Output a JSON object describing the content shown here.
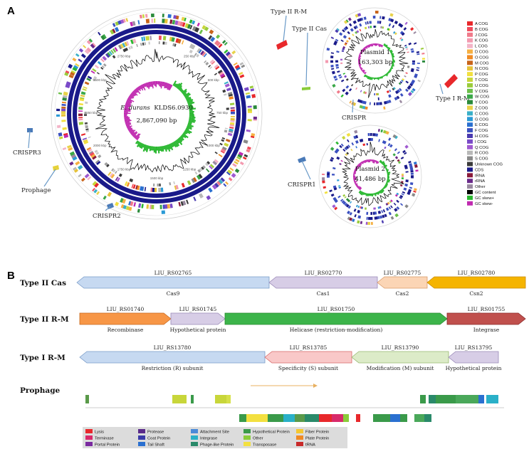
{
  "panels": [
    "A",
    "B"
  ],
  "genome_main": {
    "name": "E. durans",
    "name_suffix": "KLDS6.0930",
    "size": "2,867,090 bp",
    "ticks": [
      "250 kbp",
      "500 kbp",
      "750 kbp",
      "1000 kbp",
      "1250 kbp",
      "1500 kbp",
      "1750 kbp",
      "2000 kbp",
      "2250 kbp",
      "2500 kbp",
      "2750 kbp"
    ]
  },
  "plasmid1": {
    "name": "Plasmid 1",
    "size": "163,303 bp"
  },
  "plasmid2": {
    "name": "Plasmid 2",
    "size": "41,486 bp"
  },
  "annotations": {
    "type2rm": "Type II R-M",
    "type2cas": "Type II Cas",
    "crispr3": "CRISPR3",
    "prophage": "Prophage",
    "crispr2": "CRISPR2",
    "crispr1": "CRISPR1",
    "crispr": "CRISPR",
    "type1rm": "Type I R-M"
  },
  "cog_legend": [
    {
      "label": "A COG",
      "color": "#e8282b"
    },
    {
      "label": "B COG",
      "color": "#f04a5a"
    },
    {
      "label": "J COG",
      "color": "#f07a8a"
    },
    {
      "label": "K COG",
      "color": "#f39ab0"
    },
    {
      "label": "L COG",
      "color": "#f3b4c8"
    },
    {
      "label": "D COG",
      "color": "#f6b042"
    },
    {
      "label": "O COG",
      "color": "#f08a24"
    },
    {
      "label": "M COG",
      "color": "#c8641a"
    },
    {
      "label": "N COG",
      "color": "#e6c23a"
    },
    {
      "label": "P COG",
      "color": "#f2e040"
    },
    {
      "label": "T COG",
      "color": "#c8d63a"
    },
    {
      "label": "U COG",
      "color": "#9acc3c"
    },
    {
      "label": "V COG",
      "color": "#6cc04a"
    },
    {
      "label": "W COG",
      "color": "#3aa848"
    },
    {
      "label": "Y COG",
      "color": "#2a8a3a"
    },
    {
      "label": "Z COG",
      "color": "#e8d24a"
    },
    {
      "label": "C COG",
      "color": "#3ab0c8"
    },
    {
      "label": "G COG",
      "color": "#2a9ad6"
    },
    {
      "label": "E COG",
      "color": "#2a70d0"
    },
    {
      "label": "F COG",
      "color": "#3a50c0"
    },
    {
      "label": "H COG",
      "color": "#4a3ab0"
    },
    {
      "label": "I COG",
      "color": "#7a4ac8"
    },
    {
      "label": "Q COG",
      "color": "#a05ad0"
    },
    {
      "label": "R COG",
      "color": "#b8b8b8"
    },
    {
      "label": "S COG",
      "color": "#8a8a8a"
    },
    {
      "label": "Unknown COG",
      "color": "#3a3a3a"
    },
    {
      "label": "CDS",
      "color": "#1a1a8a"
    },
    {
      "label": "tRNA",
      "color": "#8a1a3a"
    },
    {
      "label": "rRNA",
      "color": "#6a2a8a"
    },
    {
      "label": "Other",
      "color": "#9a8aa0"
    },
    {
      "label": "GC content",
      "color": "#000000"
    },
    {
      "label": "GC skew+",
      "color": "#2ab830"
    },
    {
      "label": "GC skew-",
      "color": "#c02ab0"
    }
  ],
  "panel_b": {
    "rows": [
      {
        "label": "Type II Cas",
        "genes": [
          {
            "id": "LIU_RS02765",
            "name": "Cas9",
            "fill": "#c6d9f1",
            "stroke": "#7a9cc8",
            "dir": "left"
          },
          {
            "id": "LIU_RS02770",
            "name": "Cas1",
            "fill": "#d7cde6",
            "stroke": "#9a8ab8",
            "dir": "left"
          },
          {
            "id": "LIU_RS02775",
            "name": "Cas2",
            "fill": "#fbd5b5",
            "stroke": "#d89a6a",
            "dir": "left"
          },
          {
            "id": "LIU_RS02780",
            "name": "Csn2",
            "fill": "#f5b400",
            "stroke": "#c88a00",
            "dir": "left"
          }
        ]
      },
      {
        "label": "Type II R-M",
        "genes": [
          {
            "id": "LIU_RS01740",
            "name": "Recombinase",
            "fill": "#f79646",
            "stroke": "#c86a20",
            "dir": "right"
          },
          {
            "id": "LIU_RS01745",
            "name": "Hypothetical protein",
            "fill": "#d7cde6",
            "stroke": "#9a8ab8",
            "dir": "right"
          },
          {
            "id": "LIU_RS01750",
            "name": "Helicase (restriction-modification)",
            "fill": "#3cb44a",
            "stroke": "#2a8a30",
            "dir": "right"
          },
          {
            "id": "LIU_RS01755",
            "name": "Integrase",
            "fill": "#c0504d",
            "stroke": "#8a2a2a",
            "dir": "right"
          }
        ]
      },
      {
        "label": "Type I R-M",
        "genes": [
          {
            "id": "LIU_RS13780",
            "name": "Restriction (R) subunit",
            "fill": "#c6d9f1",
            "stroke": "#7a9cc8",
            "dir": "left"
          },
          {
            "id": "LIU_RS13785",
            "name": "Specificity (S) subunit",
            "fill": "#f9c8c8",
            "stroke": "#d86a6a",
            "dir": "left"
          },
          {
            "id": "LIU_RS13790",
            "name": "Modification (M) subunit",
            "fill": "#dcebc8",
            "stroke": "#98b870",
            "dir": "left"
          },
          {
            "id": "LIU_RS13795",
            "name": "Hypothetical protein",
            "fill": "#d7cde6",
            "stroke": "#9a8ab8",
            "dir": "left"
          }
        ]
      }
    ],
    "prophage_label": "Prophage",
    "prophage_legend": [
      {
        "label": "Lysis",
        "color": "#e8282b"
      },
      {
        "label": "Protease",
        "color": "#5a2a8a"
      },
      {
        "label": "Attachment Site",
        "color": "#4a8ad8"
      },
      {
        "label": "Hypothetical Protein",
        "color": "#3a9a4a"
      },
      {
        "label": "Fiber Protein",
        "color": "#f5c830"
      },
      {
        "label": "Terminase",
        "color": "#d82a6a"
      },
      {
        "label": "Coat Protein",
        "color": "#3a3aa8"
      },
      {
        "label": "Integrase",
        "color": "#2ab0c8"
      },
      {
        "label": "Other",
        "color": "#8acc3a"
      },
      {
        "label": "Plate Protein",
        "color": "#f08a24"
      },
      {
        "label": "Portal Protein",
        "color": "#7a2aa0"
      },
      {
        "label": "Tail Shaft",
        "color": "#2a70d0"
      },
      {
        "label": "Phage-like Protein",
        "color": "#2a8a6a"
      },
      {
        "label": "Transposase",
        "color": "#f3e040"
      },
      {
        "label": "tRNA",
        "color": "#c82a2a"
      }
    ]
  }
}
